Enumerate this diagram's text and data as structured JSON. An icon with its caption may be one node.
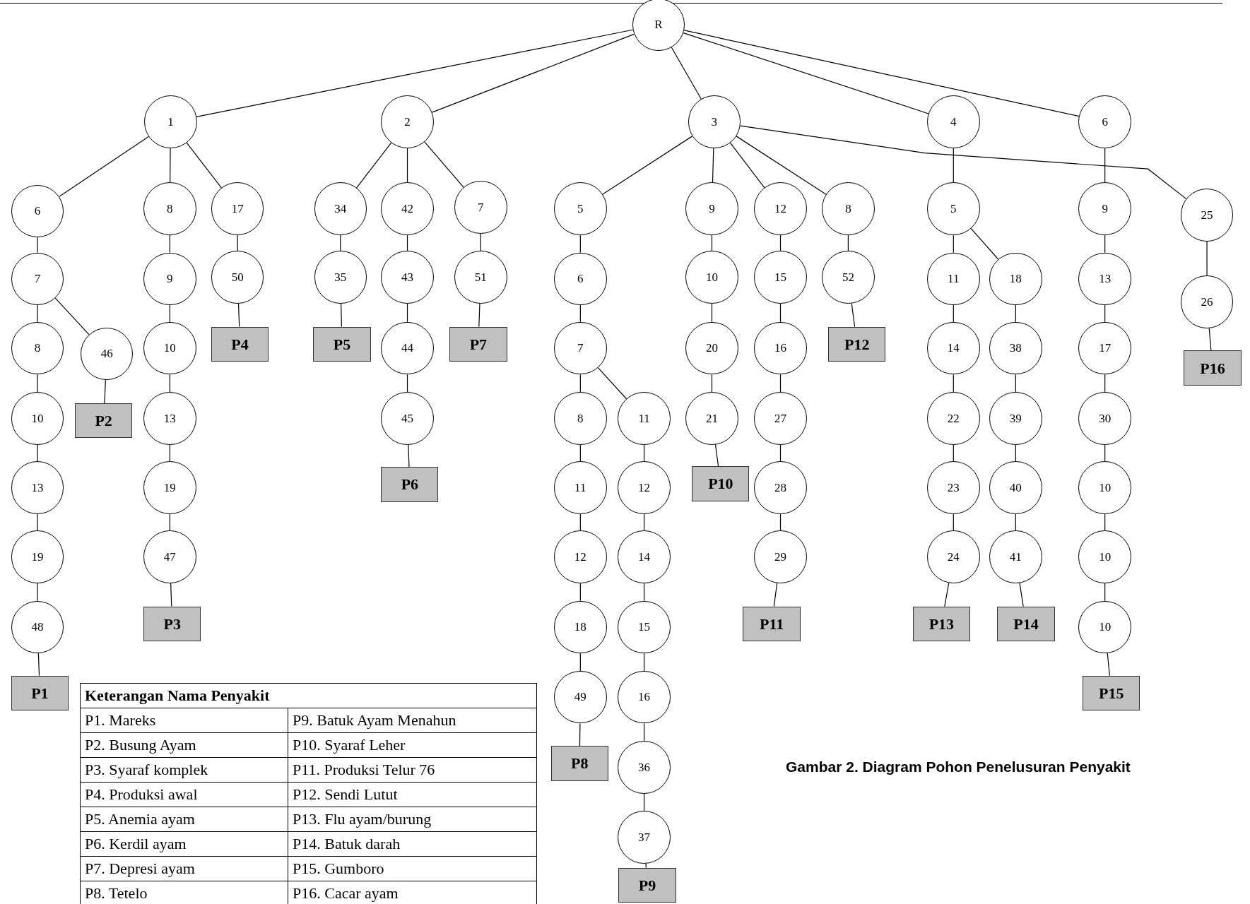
{
  "diagram": {
    "caption": "Gambar 2. Diagram Pohon Penelusuran Penyakit",
    "nodes": [
      {
        "text": [
          "R"
        ]
      },
      {
        "text": [
          "1"
        ]
      },
      {
        "text": [
          "2"
        ]
      },
      {
        "text": [
          "3"
        ]
      },
      {
        "text": [
          "4"
        ]
      },
      {
        "text": [
          "6"
        ]
      },
      {
        "text": [
          "6"
        ]
      },
      {
        "text": [
          "7"
        ]
      },
      {
        "text": [
          "8"
        ]
      },
      {
        "text": [
          "10"
        ]
      },
      {
        "text": [
          "13"
        ]
      },
      {
        "text": [
          "19"
        ]
      },
      {
        "text": [
          "48"
        ]
      },
      {
        "text": [
          "P1"
        ]
      },
      {
        "text": [
          "46"
        ]
      },
      {
        "text": [
          "P2"
        ]
      },
      {
        "text": [
          "8"
        ]
      },
      {
        "text": [
          "9"
        ]
      },
      {
        "text": [
          "10"
        ]
      },
      {
        "text": [
          "13"
        ]
      },
      {
        "text": [
          "19"
        ]
      },
      {
        "text": [
          "47"
        ]
      },
      {
        "text": [
          "P3"
        ]
      },
      {
        "text": [
          "17"
        ]
      },
      {
        "text": [
          "50"
        ]
      },
      {
        "text": [
          "P4"
        ]
      },
      {
        "text": [
          "34"
        ]
      },
      {
        "text": [
          "35"
        ]
      },
      {
        "text": [
          "P5"
        ]
      },
      {
        "text": [
          "42"
        ]
      },
      {
        "text": [
          "43"
        ]
      },
      {
        "text": [
          "44"
        ]
      },
      {
        "text": [
          "45"
        ]
      },
      {
        "text": [
          "P6"
        ]
      },
      {
        "text": [
          "7"
        ]
      },
      {
        "text": [
          "51"
        ]
      },
      {
        "text": [
          "P7"
        ]
      },
      {
        "text": [
          "5"
        ]
      },
      {
        "text": [
          "6"
        ]
      },
      {
        "text": [
          "7"
        ]
      },
      {
        "text": [
          "8"
        ]
      },
      {
        "text": [
          "11"
        ]
      },
      {
        "text": [
          "12"
        ]
      },
      {
        "text": [
          "18"
        ]
      },
      {
        "text": [
          "49"
        ]
      },
      {
        "text": [
          "P8"
        ]
      },
      {
        "text": [
          "11"
        ]
      },
      {
        "text": [
          "12"
        ]
      },
      {
        "text": [
          "14"
        ]
      },
      {
        "text": [
          "15"
        ]
      },
      {
        "text": [
          "16"
        ]
      },
      {
        "text": [
          "36"
        ]
      },
      {
        "text": [
          "37"
        ]
      },
      {
        "text": [
          "P9"
        ]
      },
      {
        "text": [
          "9"
        ]
      },
      {
        "text": [
          "10"
        ]
      },
      {
        "text": [
          "20"
        ]
      },
      {
        "text": [
          "21"
        ]
      },
      {
        "text": [
          "P10"
        ]
      },
      {
        "text": [
          "12"
        ]
      },
      {
        "text": [
          "15"
        ]
      },
      {
        "text": [
          "16"
        ]
      },
      {
        "text": [
          "27"
        ]
      },
      {
        "text": [
          "28"
        ]
      },
      {
        "text": [
          "29"
        ]
      },
      {
        "text": [
          "P11"
        ]
      },
      {
        "text": [
          "8"
        ]
      },
      {
        "text": [
          "52"
        ]
      },
      {
        "text": [
          "P12"
        ]
      },
      {
        "text": [
          "5"
        ]
      },
      {
        "text": [
          "11"
        ]
      },
      {
        "text": [
          "14"
        ]
      },
      {
        "text": [
          "22"
        ]
      },
      {
        "text": [
          "23"
        ]
      },
      {
        "text": [
          "24"
        ]
      },
      {
        "text": [
          "P13"
        ]
      },
      {
        "text": [
          "18"
        ]
      },
      {
        "text": [
          "38"
        ]
      },
      {
        "text": [
          "39"
        ]
      },
      {
        "text": [
          "40"
        ]
      },
      {
        "text": [
          "41"
        ]
      },
      {
        "text": [
          "P14"
        ]
      },
      {
        "text": [
          "9"
        ]
      },
      {
        "text": [
          "13"
        ]
      },
      {
        "text": [
          "17"
        ]
      },
      {
        "text": [
          "30"
        ]
      },
      {
        "text": [
          "10"
        ]
      },
      {
        "text": [
          "10"
        ]
      },
      {
        "text": [
          "10"
        ]
      },
      {
        "text": [
          "P15"
        ]
      },
      {
        "text": [
          "25"
        ]
      },
      {
        "text": [
          "26"
        ]
      },
      {
        "text": [
          "P16"
        ]
      }
    ],
    "edges": [
      {
        "from": 0,
        "to": 1,
        "arrow": "none"
      },
      {
        "from": 0,
        "to": 2,
        "arrow": "none"
      },
      {
        "from": 0,
        "to": 3,
        "arrow": "none"
      },
      {
        "from": 0,
        "to": 4,
        "arrow": "none"
      },
      {
        "from": 0,
        "to": 5,
        "arrow": "none"
      },
      {
        "from": 1,
        "to": 6,
        "arrow": "none"
      },
      {
        "from": 1,
        "to": 16,
        "arrow": "none"
      },
      {
        "from": 1,
        "to": 23,
        "arrow": "none"
      },
      {
        "from": 6,
        "to": 7,
        "arrow": "none"
      },
      {
        "from": 7,
        "to": 8,
        "arrow": "none"
      },
      {
        "from": 8,
        "to": 9,
        "arrow": "none"
      },
      {
        "from": 9,
        "to": 10,
        "arrow": "none"
      },
      {
        "from": 10,
        "to": 11,
        "arrow": "none"
      },
      {
        "from": 11,
        "to": 12,
        "arrow": "none"
      },
      {
        "from": 12,
        "to": 13,
        "arrow": "none"
      },
      {
        "from": 7,
        "to": 14,
        "arrow": "none"
      },
      {
        "from": 14,
        "to": 15,
        "arrow": "none"
      },
      {
        "from": 16,
        "to": 17,
        "arrow": "none"
      },
      {
        "from": 17,
        "to": 18,
        "arrow": "none"
      },
      {
        "from": 18,
        "to": 19,
        "arrow": "none"
      },
      {
        "from": 19,
        "to": 20,
        "arrow": "none"
      },
      {
        "from": 20,
        "to": 21,
        "arrow": "none"
      },
      {
        "from": 21,
        "to": 22,
        "arrow": "none"
      },
      {
        "from": 23,
        "to": 24,
        "arrow": "none"
      },
      {
        "from": 24,
        "to": 25,
        "arrow": "none"
      },
      {
        "from": 2,
        "to": 26,
        "arrow": "none"
      },
      {
        "from": 26,
        "to": 27,
        "arrow": "none"
      },
      {
        "from": 27,
        "to": 28,
        "arrow": "none"
      },
      {
        "from": 2,
        "to": 29,
        "arrow": "none"
      },
      {
        "from": 29,
        "to": 30,
        "arrow": "none"
      },
      {
        "from": 30,
        "to": 31,
        "arrow": "none"
      },
      {
        "from": 31,
        "to": 32,
        "arrow": "none"
      },
      {
        "from": 32,
        "to": 33,
        "arrow": "none"
      },
      {
        "from": 2,
        "to": 34,
        "arrow": "none"
      },
      {
        "from": 34,
        "to": 35,
        "arrow": "none"
      },
      {
        "from": 35,
        "to": 36,
        "arrow": "none"
      },
      {
        "from": 3,
        "to": 37,
        "arrow": "none"
      },
      {
        "from": 37,
        "to": 38,
        "arrow": "none"
      },
      {
        "from": 38,
        "to": 39,
        "arrow": "none"
      },
      {
        "from": 39,
        "to": 40,
        "arrow": "none"
      },
      {
        "from": 40,
        "to": 41,
        "arrow": "none"
      },
      {
        "from": 41,
        "to": 42,
        "arrow": "none"
      },
      {
        "from": 42,
        "to": 43,
        "arrow": "none"
      },
      {
        "from": 43,
        "to": 44,
        "arrow": "none"
      },
      {
        "from": 44,
        "to": 45,
        "arrow": "none"
      },
      {
        "from": 39,
        "to": 46,
        "arrow": "none"
      },
      {
        "from": 46,
        "to": 47,
        "arrow": "none"
      },
      {
        "from": 47,
        "to": 48,
        "arrow": "none"
      },
      {
        "from": 48,
        "to": 49,
        "arrow": "none"
      },
      {
        "from": 49,
        "to": 50,
        "arrow": "none"
      },
      {
        "from": 50,
        "to": 51,
        "arrow": "none"
      },
      {
        "from": 51,
        "to": 52,
        "arrow": "none"
      },
      {
        "from": 52,
        "to": 53,
        "arrow": "none"
      },
      {
        "from": 3,
        "to": 54,
        "arrow": "none"
      },
      {
        "from": 54,
        "to": 55,
        "arrow": "none"
      },
      {
        "from": 55,
        "to": 56,
        "arrow": "none"
      },
      {
        "from": 56,
        "to": 57,
        "arrow": "none"
      },
      {
        "from": 57,
        "to": 58,
        "arrow": "none"
      },
      {
        "from": 3,
        "to": 59,
        "arrow": "none"
      },
      {
        "from": 59,
        "to": 60,
        "arrow": "none"
      },
      {
        "from": 60,
        "to": 61,
        "arrow": "none"
      },
      {
        "from": 61,
        "to": 62,
        "arrow": "none"
      },
      {
        "from": 62,
        "to": 63,
        "arrow": "none"
      },
      {
        "from": 63,
        "to": 64,
        "arrow": "none"
      },
      {
        "from": 64,
        "to": 65,
        "arrow": "none"
      },
      {
        "from": 3,
        "to": 66,
        "arrow": "none"
      },
      {
        "from": 66,
        "to": 67,
        "arrow": "none"
      },
      {
        "from": 67,
        "to": 68,
        "arrow": "none"
      },
      {
        "from": 4,
        "to": 69,
        "arrow": "none"
      },
      {
        "from": 69,
        "to": 70,
        "arrow": "none"
      },
      {
        "from": 70,
        "to": 71,
        "arrow": "none"
      },
      {
        "from": 71,
        "to": 72,
        "arrow": "none"
      },
      {
        "from": 72,
        "to": 73,
        "arrow": "none"
      },
      {
        "from": 73,
        "to": 74,
        "arrow": "none"
      },
      {
        "from": 74,
        "to": 75,
        "arrow": "none"
      },
      {
        "from": 69,
        "to": 76,
        "arrow": "none"
      },
      {
        "from": 76,
        "to": 77,
        "arrow": "none"
      },
      {
        "from": 77,
        "to": 78,
        "arrow": "none"
      },
      {
        "from": 78,
        "to": 79,
        "arrow": "none"
      },
      {
        "from": 79,
        "to": 80,
        "arrow": "none"
      },
      {
        "from": 80,
        "to": 81,
        "arrow": "none"
      },
      {
        "from": 5,
        "to": 82,
        "arrow": "none"
      },
      {
        "from": 82,
        "to": 83,
        "arrow": "none"
      },
      {
        "from": 83,
        "to": 84,
        "arrow": "none"
      },
      {
        "from": 84,
        "to": 85,
        "arrow": "none"
      },
      {
        "from": 85,
        "to": 86,
        "arrow": "none"
      },
      {
        "from": 86,
        "to": 87,
        "arrow": "none"
      },
      {
        "from": 87,
        "to": 88,
        "arrow": "none"
      },
      {
        "from": 88,
        "to": 89,
        "arrow": "none"
      },
      {
        "from": 3,
        "to": 90,
        "arrow": "none"
      },
      {
        "from": 90,
        "to": 91,
        "arrow": "none"
      },
      {
        "from": 91,
        "to": 92,
        "arrow": "none"
      }
    ],
    "labels": [
      "Keterangan Nama Penyakit",
      "P1. Mareks",
      "P9. Batuk Ayam Menahun",
      "P2. Busung Ayam",
      "P10. Syaraf Leher",
      "P3. Syaraf komplek",
      "P11. Produksi Telur 76",
      "P4. Produksi awal",
      "P12. Sendi Lutut",
      "P5. Anemia ayam",
      "P13. Flu ayam/burung",
      "P6. Kerdil ayam",
      "P14. Batuk darah",
      "P7. Depresi ayam",
      "P15. Gumboro",
      "P8. Tetelo",
      "P16. Cacar ayam"
    ]
  }
}
